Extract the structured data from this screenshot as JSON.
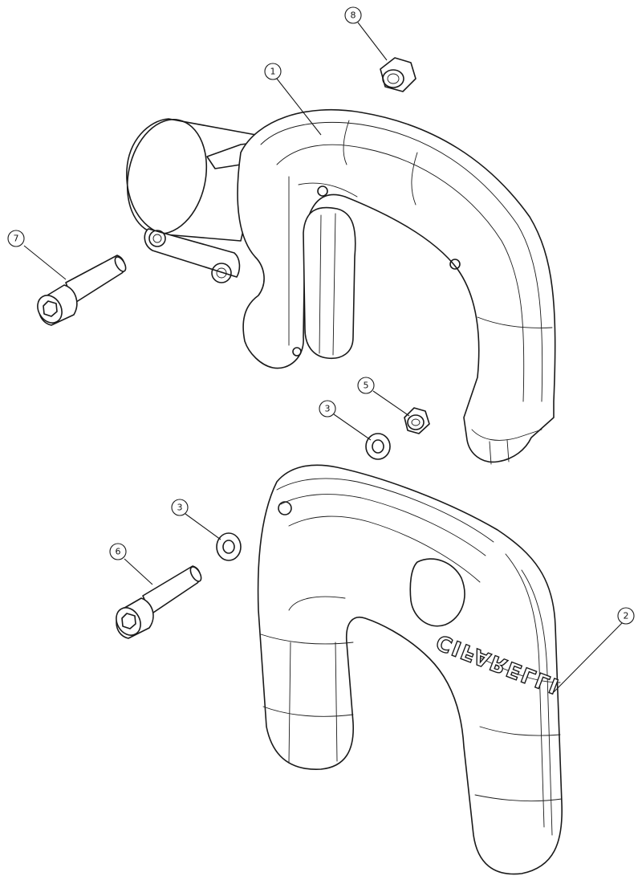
{
  "callouts": {
    "c1": "1",
    "c2": "2",
    "c3a": "3",
    "c3b": "3",
    "c5": "5",
    "c6": "6",
    "c7": "7",
    "c8": "8"
  },
  "brand": "CIFARELLI"
}
